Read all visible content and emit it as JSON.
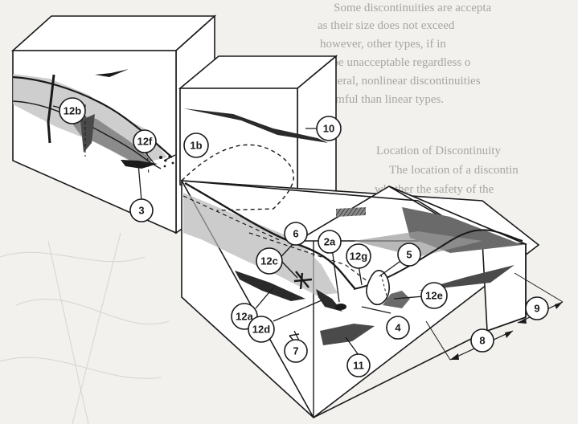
{
  "colors": {
    "background": "#f2f1ee",
    "ink": "#1a1a1a",
    "defect_fill": "#5e5e5e",
    "shade": "#9a9a9a",
    "page_text": "#a9a6a0"
  },
  "background_text_lines": [
    "Some discontinuities are accepta",
    "as their size does not exceed",
    "however, other types, if in",
    "to be unacceptable regardless o",
    "general, nonlinear discontinuities",
    "harmful than linear types.",
    "Location of Discontinuity",
    "The location of a discontin",
    "whether the safety of the"
  ],
  "callouts": [
    {
      "id": "c-12b",
      "label": "12b"
    },
    {
      "id": "c-12f",
      "label": "12f"
    },
    {
      "id": "c-1b",
      "label": "1b"
    },
    {
      "id": "c-3",
      "label": "3"
    },
    {
      "id": "c-10",
      "label": "10"
    },
    {
      "id": "c-6",
      "label": "6"
    },
    {
      "id": "c-2a",
      "label": "2a"
    },
    {
      "id": "c-12g",
      "label": "12g"
    },
    {
      "id": "c-5",
      "label": "5"
    },
    {
      "id": "c-12c",
      "label": "12c"
    },
    {
      "id": "c-12e",
      "label": "12e"
    },
    {
      "id": "c-9",
      "label": "9"
    },
    {
      "id": "c-12a",
      "label": "12a"
    },
    {
      "id": "c-12d",
      "label": "12d"
    },
    {
      "id": "c-4",
      "label": "4"
    },
    {
      "id": "c-8",
      "label": "8"
    },
    {
      "id": "c-7",
      "label": "7"
    },
    {
      "id": "c-11",
      "label": "11"
    }
  ]
}
